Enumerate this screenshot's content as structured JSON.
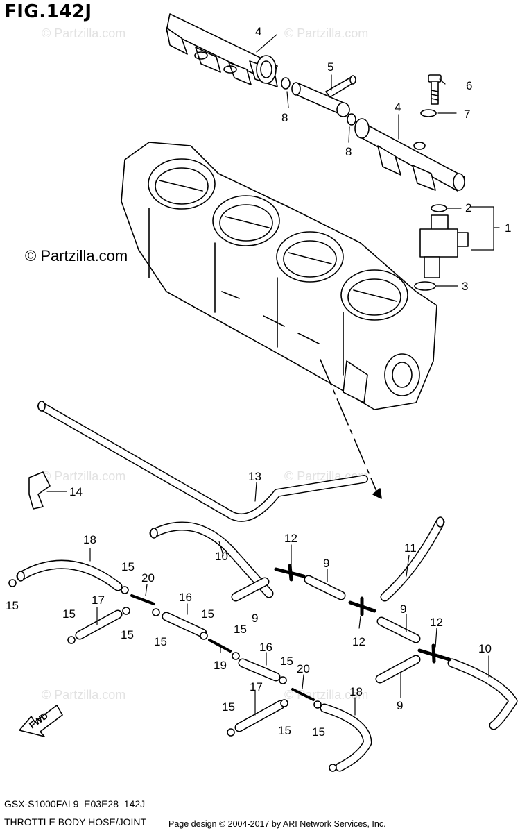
{
  "figure": {
    "title": "FIG.142J",
    "model_code": "GSX-S1000FAL9_E03E28_142J",
    "subtitle": "THROTTLE BODY HOSE/JOINT",
    "credit": "Page design © 2004-2017 by ARI Network Services, Inc.",
    "watermark": "© Partzilla.com",
    "watermark_main": "© Partzilla.com",
    "fwd_label": "FWD"
  },
  "callouts": [
    {
      "id": "c1",
      "label": "1"
    },
    {
      "id": "c2",
      "label": "2"
    },
    {
      "id": "c3",
      "label": "3"
    },
    {
      "id": "c4a",
      "label": "4"
    },
    {
      "id": "c4b",
      "label": "4"
    },
    {
      "id": "c5",
      "label": "5"
    },
    {
      "id": "c6",
      "label": "6"
    },
    {
      "id": "c7",
      "label": "7"
    },
    {
      "id": "c8a",
      "label": "8"
    },
    {
      "id": "c8b",
      "label": "8"
    },
    {
      "id": "c9a",
      "label": "9"
    },
    {
      "id": "c9b",
      "label": "9"
    },
    {
      "id": "c9c",
      "label": "9"
    },
    {
      "id": "c9d",
      "label": "9"
    },
    {
      "id": "c10a",
      "label": "10"
    },
    {
      "id": "c10b",
      "label": "10"
    },
    {
      "id": "c11",
      "label": "11"
    },
    {
      "id": "c12a",
      "label": "12"
    },
    {
      "id": "c12b",
      "label": "12"
    },
    {
      "id": "c12c",
      "label": "12"
    },
    {
      "id": "c13",
      "label": "13"
    },
    {
      "id": "c14",
      "label": "14"
    },
    {
      "id": "c15a",
      "label": "15"
    },
    {
      "id": "c15b",
      "label": "15"
    },
    {
      "id": "c15c",
      "label": "15"
    },
    {
      "id": "c15d",
      "label": "15"
    },
    {
      "id": "c15e",
      "label": "15"
    },
    {
      "id": "c15f",
      "label": "15"
    },
    {
      "id": "c15g",
      "label": "15"
    },
    {
      "id": "c15h",
      "label": "15"
    },
    {
      "id": "c15i",
      "label": "15"
    },
    {
      "id": "c15j",
      "label": "15"
    },
    {
      "id": "c15k",
      "label": "15"
    },
    {
      "id": "c16a",
      "label": "16"
    },
    {
      "id": "c16b",
      "label": "16"
    },
    {
      "id": "c17a",
      "label": "17"
    },
    {
      "id": "c17b",
      "label": "17"
    },
    {
      "id": "c18a",
      "label": "18"
    },
    {
      "id": "c18b",
      "label": "18"
    },
    {
      "id": "c19",
      "label": "19"
    },
    {
      "id": "c20a",
      "label": "20"
    },
    {
      "id": "c20b",
      "label": "20"
    }
  ]
}
